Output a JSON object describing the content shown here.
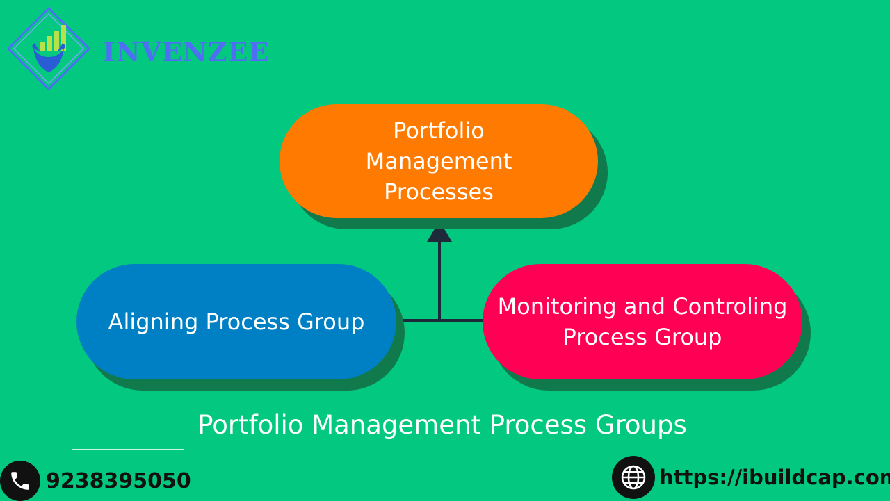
{
  "brand": {
    "name": "INVENZEE"
  },
  "nodes": {
    "top": {
      "label": "Portfolio Management Processes",
      "color": "#ff7a00"
    },
    "left": {
      "label": "Aligning Process Group",
      "color": "#0080c4"
    },
    "right": {
      "label": "Monitoring and Controling Process Group",
      "color": "#ff0055"
    }
  },
  "caption": "Portfolio Management Process Groups",
  "contact": {
    "phone": "9238395050",
    "website": "https://ibuildcap.com"
  },
  "colors": {
    "background": "#02c97f",
    "connector": "#1e2a3a",
    "brand_text": "#4f6df5"
  },
  "icons": {
    "phone": "phone-icon",
    "website": "globe-icon",
    "logo": "bull-chart-logo-icon"
  }
}
